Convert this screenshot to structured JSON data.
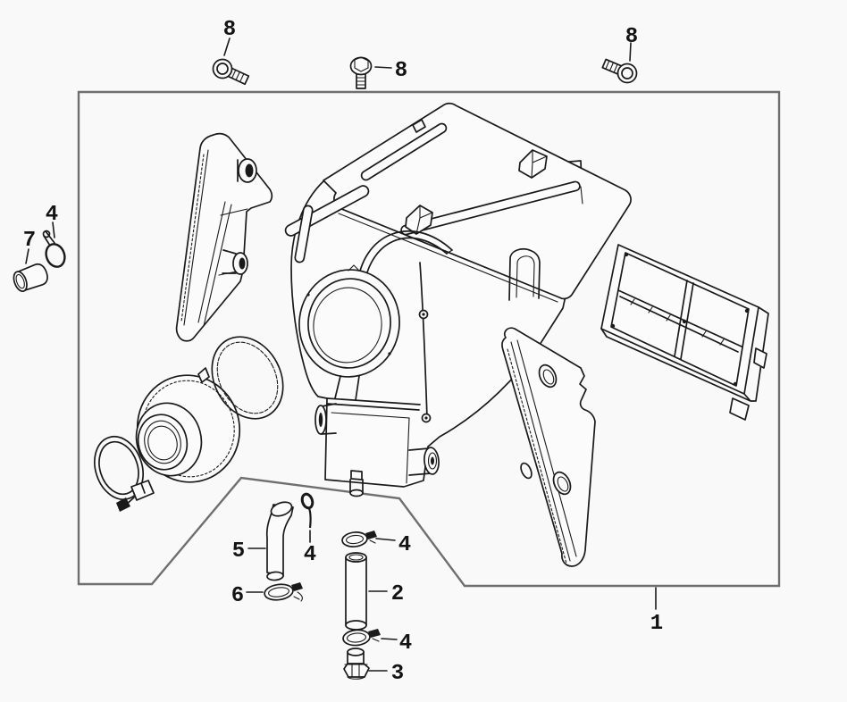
{
  "diagram": {
    "kind": "exploded-parts-line-drawing",
    "colors": {
      "background": "#f9f9f9",
      "part_line": "#1a1a1a",
      "boundary_line": "#6f6f6f",
      "label_text": "#141414"
    }
  },
  "callouts": [
    {
      "id": "assembly-box",
      "label": "1"
    },
    {
      "id": "straight-tube",
      "label": "2"
    },
    {
      "id": "drain-plug-bolt",
      "label": "3"
    },
    {
      "id": "clip-left",
      "label": "4"
    },
    {
      "id": "clip-center",
      "label": "4"
    },
    {
      "id": "clamp-upper",
      "label": "4"
    },
    {
      "id": "clamp-lower",
      "label": "4"
    },
    {
      "id": "bent-drain-tube",
      "label": "5"
    },
    {
      "id": "small-band-clamp",
      "label": "6"
    },
    {
      "id": "rubber-cap",
      "label": "7"
    },
    {
      "id": "flange-bolt-left",
      "label": "8"
    },
    {
      "id": "flange-bolt-center",
      "label": "8"
    },
    {
      "id": "flange-bolt-right",
      "label": "8"
    }
  ]
}
